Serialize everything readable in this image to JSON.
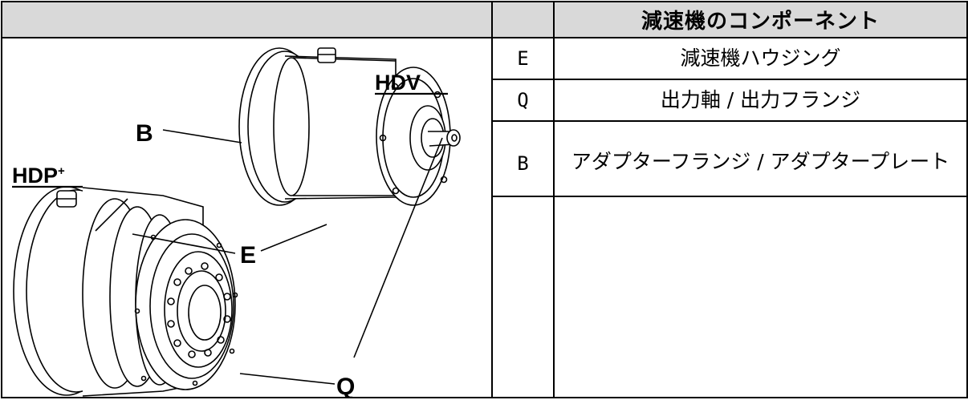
{
  "header": {
    "title": "減速機のコンポーネント"
  },
  "components": [
    {
      "code": "E",
      "description": "減速機ハウジング"
    },
    {
      "code": "Q",
      "description": "出力軸 / 出力フランジ"
    },
    {
      "code": "B",
      "description": "アダプターフランジ / アダプタープレート"
    }
  ],
  "figure": {
    "model_hdv": "HDV",
    "model_hdp": "HDP",
    "model_hdp_suffix": "+",
    "callout_b": "B",
    "callout_e": "E",
    "callout_q": "Q"
  }
}
